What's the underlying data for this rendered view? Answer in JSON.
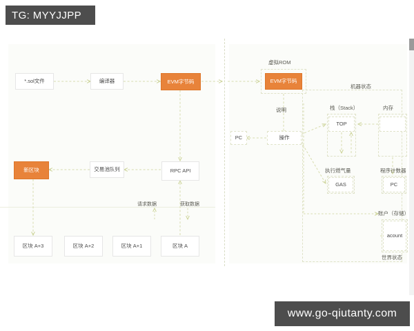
{
  "watermarks": {
    "top": "TG: MYYJJPP",
    "bottom": "www.go-qiutanty.com"
  },
  "colors": {
    "accent_orange": "#e8833a",
    "dashed_line": "#dfe2c8",
    "arrow": "#d7dcae",
    "panel_background": "#fbfcf9",
    "watermark_background": "#4d4d4d",
    "node_border": "#e6e6e6"
  },
  "left_panel": {
    "nodes": [
      {
        "id": "sol-file",
        "label": "*.sol文件",
        "style": "solid"
      },
      {
        "id": "compiler",
        "label": "编译器",
        "style": "solid"
      },
      {
        "id": "evm-bytecode",
        "label": "EVM字节码",
        "style": "orange"
      },
      {
        "id": "new-block",
        "label": "新区块",
        "style": "orange"
      },
      {
        "id": "tx-pool-queue",
        "label": "交易池队列",
        "style": "solid"
      },
      {
        "id": "rpc-api",
        "label": "RPC API",
        "style": "solid"
      },
      {
        "id": "block-a-plus-3",
        "label": "区块 A+3",
        "style": "solid"
      },
      {
        "id": "block-a-plus-2",
        "label": "区块 A+2",
        "style": "solid"
      },
      {
        "id": "block-a-plus-1",
        "label": "区块 A+1",
        "style": "solid"
      },
      {
        "id": "block-a",
        "label": "区块 A",
        "style": "solid"
      }
    ],
    "edge_labels": [
      {
        "id": "request-data",
        "label": "请求数据"
      },
      {
        "id": "fetch-data",
        "label": "获取数据"
      }
    ]
  },
  "right_panel": {
    "captions": [
      {
        "id": "virtual-rom",
        "label": "虚拟ROM"
      },
      {
        "id": "machine-state",
        "label": "机器状态"
      },
      {
        "id": "instruction",
        "label": "说明"
      },
      {
        "id": "stack",
        "label": "栈（Stack）"
      },
      {
        "id": "memory",
        "label": "内存"
      },
      {
        "id": "gas-consumed",
        "label": "执行燃气量"
      },
      {
        "id": "program-counter",
        "label": "程序计数器"
      },
      {
        "id": "account-storage",
        "label": "账户（存储）"
      },
      {
        "id": "world-state",
        "label": "世界状态"
      }
    ],
    "nodes": [
      {
        "id": "evm-bytecode-right",
        "label": "EVM字节码",
        "style": "orange"
      },
      {
        "id": "pc-left",
        "label": "PC",
        "style": "dash"
      },
      {
        "id": "operation",
        "label": "操作",
        "style": "dash"
      },
      {
        "id": "stack-top",
        "label": "TOP",
        "style": "dash"
      },
      {
        "id": "memory-box",
        "label": "",
        "style": "dash"
      },
      {
        "id": "gas",
        "label": "GAS",
        "style": "dash"
      },
      {
        "id": "pc-counter",
        "label": "PC",
        "style": "dash"
      },
      {
        "id": "account",
        "label": "acount",
        "style": "dash"
      }
    ]
  }
}
